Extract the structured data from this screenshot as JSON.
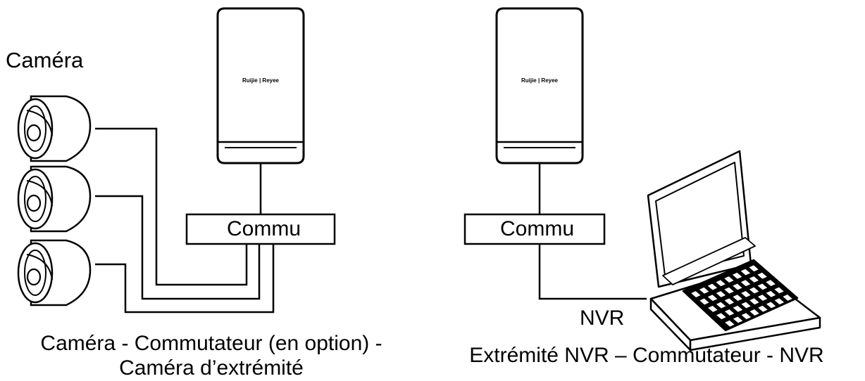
{
  "left_side": {
    "camera_label": "Caméra",
    "switch_label": "Commu",
    "brand_text": "Ruijie | Reyee",
    "caption_line1": "Caméra - Commutateur (en option) -",
    "caption_line2": "Caméra d’extrémité"
  },
  "right_side": {
    "switch_label": "Commu",
    "brand_text": "Ruijie | Reyee",
    "nvr_label": "NVR",
    "caption": "Extrémité NVR – Commutateur - NVR"
  },
  "colors": {
    "stroke": "#000000",
    "background": "#ffffff"
  }
}
